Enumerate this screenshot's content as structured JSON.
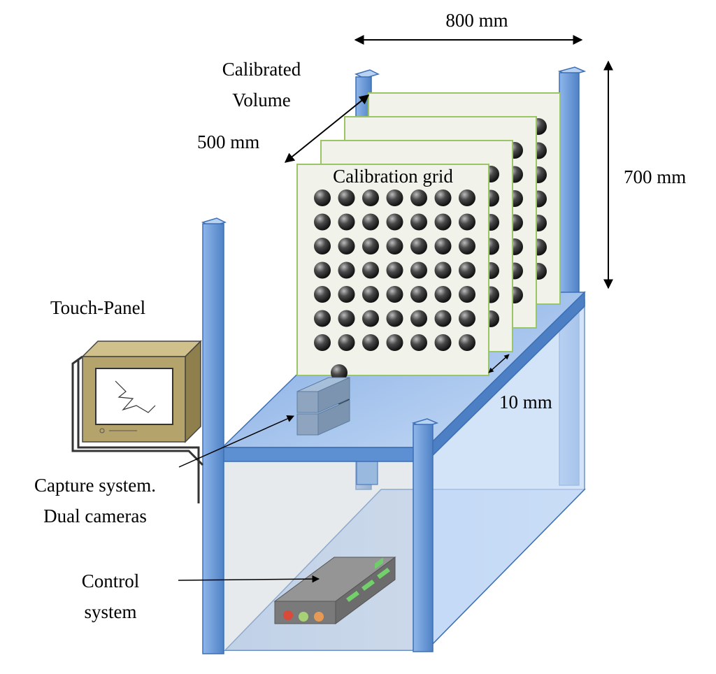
{
  "labels": {
    "width_dim": "800 mm",
    "height_dim": "700 mm",
    "depth_dim": "500 mm",
    "spacing_dim": "10 mm",
    "calibrated_volume_line1": "Calibrated",
    "calibrated_volume_line2": "Volume",
    "calibration_grid": "Calibration grid",
    "touch_panel": "Touch-Panel",
    "capture_line1": "Capture system.",
    "capture_line2": "Dual cameras",
    "control_line1": "Control",
    "control_line2": "system"
  },
  "grid": {
    "rows": 7,
    "cols": 7,
    "plate_count": 4
  },
  "colors": {
    "frame": "#6a9ad8",
    "frame_dark": "#3d6fb5",
    "shelf": "#a9c7f0",
    "plate": "#f1f2ea",
    "plate_border": "#9bc466",
    "dot": "#2a2a2a",
    "monitor": "#b5a36c",
    "camera": "#7f97b3",
    "control_box": "#8a8a8a"
  }
}
